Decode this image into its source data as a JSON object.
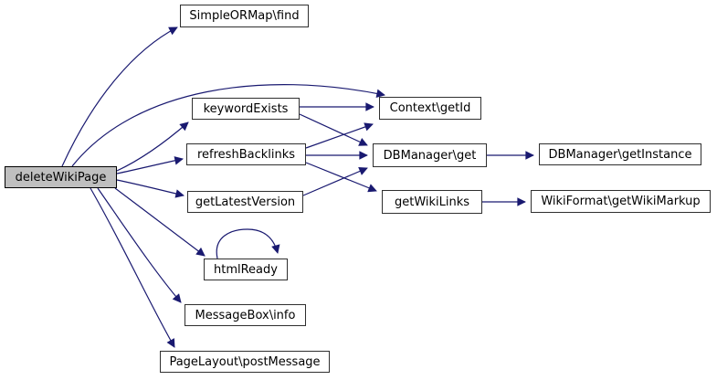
{
  "diagram": {
    "type": "call-graph",
    "colors": {
      "edge": "#191970",
      "node_border": "#2f2f2f",
      "node_fill": "#ffffff",
      "highlight_fill": "#bfbfbf",
      "text": "#000000",
      "background": "#ffffff"
    },
    "nodes": [
      {
        "id": "deleteWikiPage",
        "label": "deleteWikiPage",
        "highlighted": true
      },
      {
        "id": "SimpleORMap_find",
        "label": "SimpleORMap\\find",
        "highlighted": false
      },
      {
        "id": "keywordExists",
        "label": "keywordExists",
        "highlighted": false
      },
      {
        "id": "refreshBacklinks",
        "label": "refreshBacklinks",
        "highlighted": false
      },
      {
        "id": "getLatestVersion",
        "label": "getLatestVersion",
        "highlighted": false
      },
      {
        "id": "htmlReady",
        "label": "htmlReady",
        "highlighted": false
      },
      {
        "id": "MessageBox_info",
        "label": "MessageBox\\info",
        "highlighted": false
      },
      {
        "id": "PageLayout_postMessage",
        "label": "PageLayout\\postMessage",
        "highlighted": false
      },
      {
        "id": "Context_getId",
        "label": "Context\\getId",
        "highlighted": false
      },
      {
        "id": "DBManager_get",
        "label": "DBManager\\get",
        "highlighted": false
      },
      {
        "id": "getWikiLinks",
        "label": "getWikiLinks",
        "highlighted": false
      },
      {
        "id": "DBManager_getInstance",
        "label": "DBManager\\getInstance",
        "highlighted": false
      },
      {
        "id": "WikiFormat_getWikiMarkup",
        "label": "WikiFormat\\getWikiMarkup",
        "highlighted": false
      }
    ],
    "edges": [
      {
        "from": "deleteWikiPage",
        "to": "SimpleORMap_find"
      },
      {
        "from": "deleteWikiPage",
        "to": "Context_getId"
      },
      {
        "from": "deleteWikiPage",
        "to": "keywordExists"
      },
      {
        "from": "deleteWikiPage",
        "to": "refreshBacklinks"
      },
      {
        "from": "deleteWikiPage",
        "to": "getLatestVersion"
      },
      {
        "from": "deleteWikiPage",
        "to": "htmlReady"
      },
      {
        "from": "deleteWikiPage",
        "to": "MessageBox_info"
      },
      {
        "from": "deleteWikiPage",
        "to": "PageLayout_postMessage"
      },
      {
        "from": "keywordExists",
        "to": "Context_getId"
      },
      {
        "from": "keywordExists",
        "to": "DBManager_get"
      },
      {
        "from": "refreshBacklinks",
        "to": "Context_getId"
      },
      {
        "from": "refreshBacklinks",
        "to": "DBManager_get"
      },
      {
        "from": "refreshBacklinks",
        "to": "getWikiLinks"
      },
      {
        "from": "getLatestVersion",
        "to": "DBManager_get"
      },
      {
        "from": "htmlReady",
        "to": "htmlReady"
      },
      {
        "from": "DBManager_get",
        "to": "DBManager_getInstance"
      },
      {
        "from": "getWikiLinks",
        "to": "WikiFormat_getWikiMarkup"
      }
    ]
  }
}
